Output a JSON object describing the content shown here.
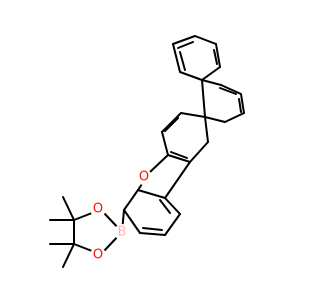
{
  "diagram": {
    "kind": "skeletal-structure",
    "bond_color": "#000000",
    "atoms": [
      {
        "id": "O_furan",
        "symbol": "O",
        "color": "#ff0d0d"
      },
      {
        "id": "B",
        "symbol": "B",
        "color": "#ffb5b5"
      },
      {
        "id": "O_ester_top",
        "symbol": "O",
        "color": "#ff0d0d"
      },
      {
        "id": "O_ester_bottom",
        "symbol": "O",
        "color": "#ff0d0d"
      }
    ]
  }
}
